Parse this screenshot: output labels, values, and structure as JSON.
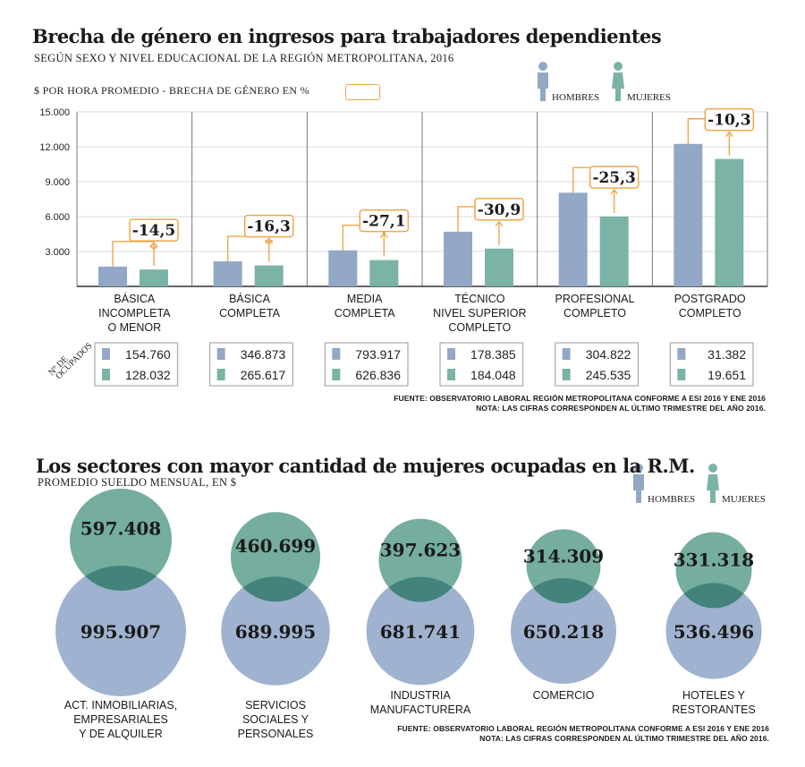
{
  "colors": {
    "hombres": "#93a7c6",
    "mujeres": "#7bb3a6",
    "gap": "#f0a64a",
    "hombres_circle": "#9fb2cf",
    "mujeres_circle": "#75ad9f",
    "overlap": "#43837b"
  },
  "top": {
    "title": "Brecha de género en ingresos para trabajadores dependientes",
    "subtitle": "SEGÚN SEXO Y NIVEL EDUCACIONAL DE LA REGIÓN METROPOLITANA, 2016",
    "legend_text": "$ POR HORA PROMEDIO - BRECHA DE GÉNERO EN %",
    "hombres_label": "HOMBRES",
    "mujeres_label": "MUJERES",
    "ocupados_label_1": "Nº DE",
    "ocupados_label_2": "OCUPADOS",
    "source": "FUENTE: OBSERVATORIO LABORAL REGIÓN METROPOLITANA CONFORME A ESI 2016 Y ENE 2016",
    "note": "NOTA: LAS CIFRAS CORRESPONDEN AL ÚLTIMO TRIMESTRE DEL AÑO 2016."
  },
  "chart_data": [
    {
      "type": "bar",
      "title": "Brecha de género en ingresos para trabajadores dependientes",
      "ylabel": "$ POR HORA PROMEDIO",
      "ylim": [
        0,
        15000
      ],
      "yticks": [
        "15.000",
        "12.000",
        "9.000",
        "6.000",
        "3.000"
      ],
      "ytick_values": [
        15000,
        12000,
        9000,
        6000,
        3000
      ],
      "categories": [
        [
          "BÁSICA",
          "INCOMPLETA",
          "O MENOR"
        ],
        [
          "BÁSICA",
          "COMPLETA"
        ],
        [
          "MEDIA",
          "COMPLETA"
        ],
        [
          "TÉCNICO",
          "NIVEL SUPERIOR",
          "COMPLETO"
        ],
        [
          "PROFESIONAL",
          "COMPLETO"
        ],
        [
          "POSTGRADO",
          "COMPLETO"
        ]
      ],
      "series": [
        {
          "name": "HOMBRES",
          "values": [
            1700,
            2150,
            3100,
            4700,
            8050,
            12250
          ]
        },
        {
          "name": "MUJERES",
          "values": [
            1450,
            1800,
            2260,
            3250,
            6000,
            10950
          ]
        }
      ],
      "gap_pct": [
        "-14,5",
        "-16,3",
        "-27,1",
        "-30,9",
        "-25,3",
        "-10,3"
      ],
      "ocupados": {
        "hombres": [
          "154.760",
          "346.873",
          "793.917",
          "178.385",
          "304.822",
          "31.382"
        ],
        "mujeres": [
          "128.032",
          "265.617",
          "626.836",
          "184.048",
          "245.535",
          "19.651"
        ]
      }
    },
    {
      "type": "bubble",
      "title": "Los sectores con mayor cantidad de mujeres ocupadas en la R.M.",
      "subtitle": "PROMEDIO SUELDO MENSUAL, EN $",
      "categories": [
        [
          "ACT. INMOBILIARIAS,",
          "EMPRESARIALES",
          "Y DE ALQUILER"
        ],
        [
          "SERVICIOS",
          "SOCIALES Y",
          "PERSONALES"
        ],
        [
          "INDUSTRIA",
          "MANUFACTURERA"
        ],
        [
          "COMERCIO"
        ],
        [
          "HOTELES Y",
          "RESTORANTES"
        ]
      ],
      "series": [
        {
          "name": "HOMBRES",
          "values": [
            995907,
            689995,
            681741,
            650218,
            536496
          ],
          "labels": [
            "995.907",
            "689.995",
            "681.741",
            "650.218",
            "536.496"
          ]
        },
        {
          "name": "MUJERES",
          "values": [
            597408,
            460699,
            397623,
            314309,
            331318
          ],
          "labels": [
            "597.408",
            "460.699",
            "397.623",
            "314.309",
            "331.318"
          ]
        }
      ]
    }
  ],
  "bottom": {
    "title": "Los sectores con mayor cantidad de mujeres ocupadas en la R.M.",
    "subtitle": "PROMEDIO SUELDO MENSUAL, EN $",
    "hombres_label": "HOMBRES",
    "mujeres_label": "MUJERES",
    "source": "FUENTE: OBSERVATORIO LABORAL REGIÓN METROPOLITANA CONFORME A ESI 2016 Y ENE 2016",
    "note": "NOTA: LAS CIFRAS CORRESPONDEN AL ÚLTIMO TRIMESTRE DEL AÑO 2016."
  }
}
